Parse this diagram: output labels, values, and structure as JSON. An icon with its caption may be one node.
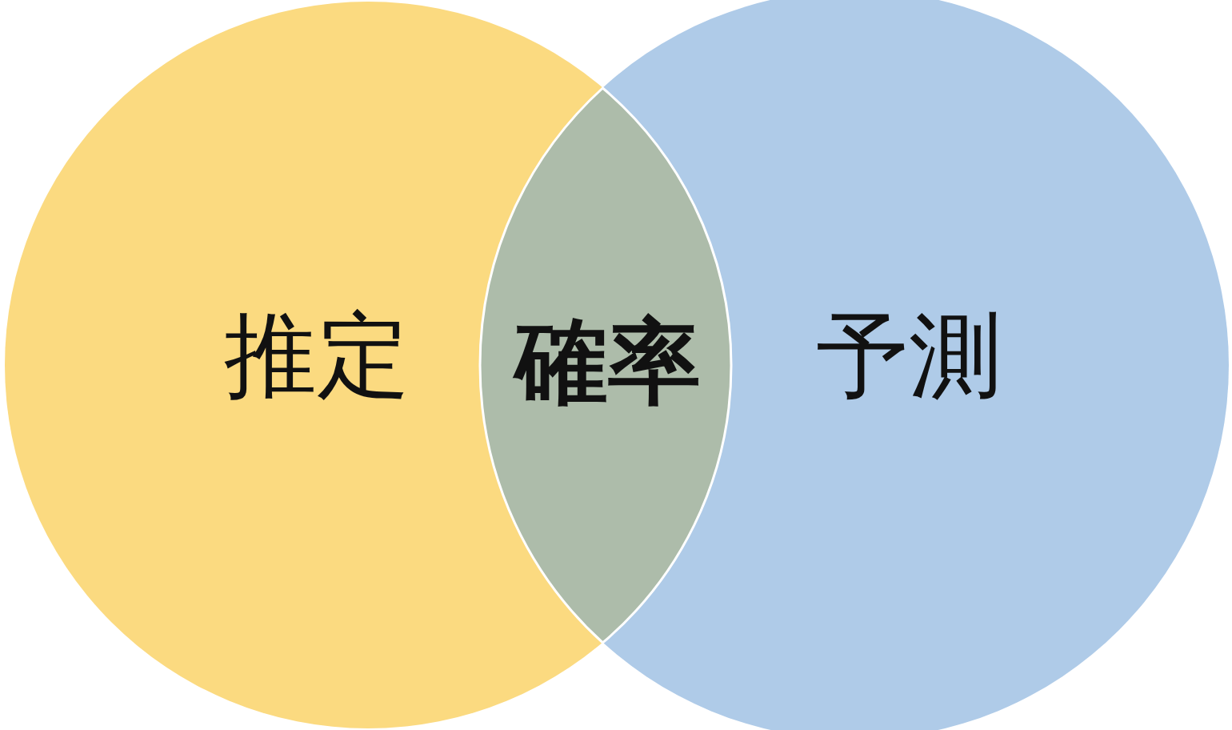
{
  "diagram": {
    "nodes": [
      {
        "text": [
          "推定"
        ]
      },
      {
        "text": [
          "確率"
        ]
      },
      {
        "text": [
          "予測"
        ]
      }
    ]
  }
}
